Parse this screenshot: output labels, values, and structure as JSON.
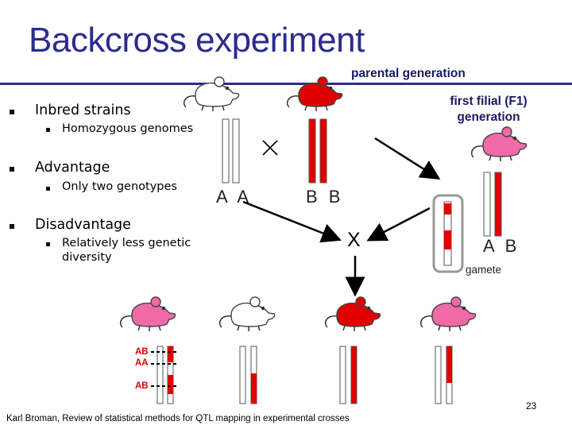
{
  "title": "Backcross experiment",
  "labels": {
    "parental": "parental generation",
    "f1_line1": "first filial (F1)",
    "f1_line2": "generation",
    "geno_aa": "A A",
    "geno_bb": "B B",
    "geno_ab": "A B",
    "cross_x": "X",
    "gamete": "gamete"
  },
  "bullets": [
    {
      "text": "Inbred strains",
      "sub": "Homozygous genomes"
    },
    {
      "text": "Advantage",
      "sub": "Only two genotypes"
    },
    {
      "text": "Disadvantage",
      "sub": "Relatively less genetic diversity"
    }
  ],
  "offspring_genotypes": [
    "AB",
    "AA",
    "AB"
  ],
  "colors": {
    "title": "#2b2b8f",
    "red": "#e00000",
    "pink": "#f06aa8",
    "caption": "#1a1a66"
  },
  "footer": "Karl Broman, Review of statistical methods for QTL mapping in experimental crosses",
  "page_number": "23"
}
